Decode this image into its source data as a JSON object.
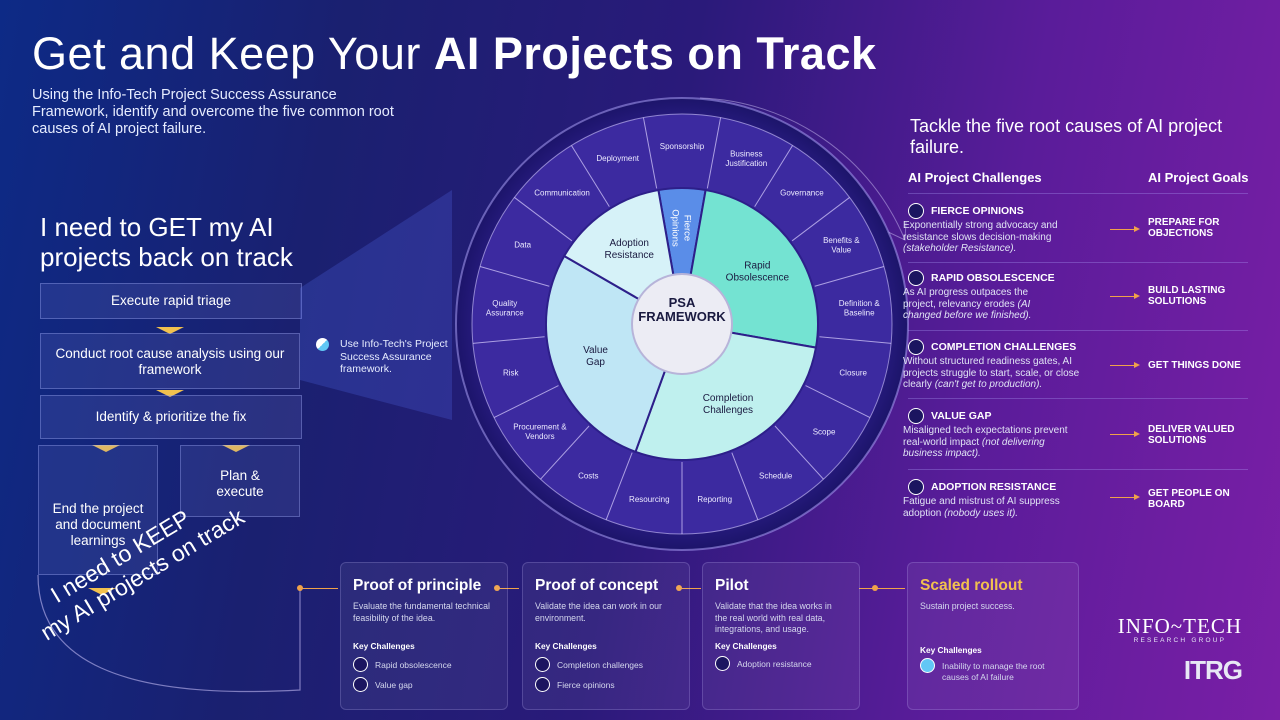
{
  "title": {
    "part1": "Get and Keep Your ",
    "part2": "AI Projects on Track"
  },
  "subtitle": "Using the Info-Tech Project Success Assurance Framework, identify and overcome the five common root causes of AI project failure.",
  "get_section": {
    "heading": "I need to GET my AI projects back on track",
    "steps": [
      "Execute rapid triage",
      "Conduct root cause analysis using our framework",
      "Identify & prioritize the fix"
    ],
    "branch_left": "End the project and document learnings",
    "branch_right": "Plan & execute"
  },
  "keep_section": {
    "line1": "I need to KEEP",
    "line2": "my AI projects on track"
  },
  "psa_note": "Use Info-Tech's Project Success Assurance framework.",
  "wheel": {
    "center_line1": "PSA",
    "center_line2": "FRAMEWORK",
    "core_segments": [
      "Fierce Opinions",
      "Rapid Obsolescence",
      "Completion Challenges",
      "Value Gap",
      "Adoption Resistance"
    ],
    "outer_labels": [
      "Sponsorship",
      "Business Justification",
      "Governance",
      "Benefits & Value",
      "Definition & Baseline",
      "Closure",
      "Scope",
      "Schedule",
      "Reporting",
      "Resourcing",
      "Costs",
      "Procurement & Vendors",
      "Risk",
      "Quality Assurance",
      "Data",
      "Communication",
      "Deployment"
    ]
  },
  "right_panel": {
    "heading": "Tackle the five root causes of AI project failure.",
    "col_challenges": "AI Project Challenges",
    "col_goals": "AI Project Goals",
    "rows": [
      {
        "title": "FIERCE OPINIONS",
        "desc": "Exponentially strong advocacy and resistance slows decision-making",
        "note": "(stakeholder Resistance).",
        "goal": "PREPARE FOR OBJECTIONS"
      },
      {
        "title": "RAPID OBSOLESCENCE",
        "desc": "As AI progress outpaces the project, relevancy erodes",
        "note": "(AI changed before we finished).",
        "goal": "BUILD LASTING SOLUTIONS"
      },
      {
        "title": "COMPLETION CHALLENGES",
        "desc": "Without structured readiness gates, AI projects struggle to start, scale, or close clearly",
        "note": "(can't get to production).",
        "goal": "GET THINGS DONE"
      },
      {
        "title": "VALUE GAP",
        "desc": "Misaligned tech expectations prevent real-world impact",
        "note": "(not delivering business impact).",
        "goal": "DELIVER VALUED SOLUTIONS"
      },
      {
        "title": "ADOPTION RESISTANCE",
        "desc": "Fatigue and mistrust of AI suppress adoption",
        "note": "(nobody uses it).",
        "goal": "GET PEOPLE ON BOARD"
      }
    ]
  },
  "phases": [
    {
      "title": "Proof of principle",
      "desc": "Evaluate the fundamental technical feasibility of the idea.",
      "kc_label": "Key Challenges",
      "items": [
        "Rapid obsolescence",
        "Value gap"
      ]
    },
    {
      "title": "Proof of concept",
      "desc": "Validate the idea can work in our environment.",
      "kc_label": "Key Challenges",
      "items": [
        "Completion challenges",
        "Fierce opinions"
      ]
    },
    {
      "title": "Pilot",
      "desc": "Validate that the idea works in the real world with real data, integrations, and usage.",
      "kc_label": "Key Challenges",
      "items": [
        "Adoption resistance"
      ]
    },
    {
      "title": "Scaled rollout",
      "desc": "Sustain project success.",
      "kc_label": "Key Challenges",
      "items": [
        "Inability to manage the root causes of AI failure"
      ]
    }
  ],
  "logo": {
    "name": "INFO~TECH",
    "tagline": "RESEARCH GROUP",
    "mark": "ITRG"
  },
  "colors": {
    "accent_orange": "#f0a24a",
    "gold": "#f2c14e",
    "teal": "#74e3d2",
    "light_blue": "#bfe6f5"
  }
}
